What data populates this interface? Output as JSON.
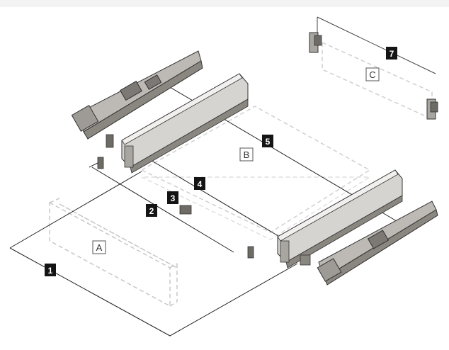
{
  "callouts": {
    "num_1": "1",
    "num_2": "2",
    "num_3": "3",
    "num_4": "4",
    "num_5": "5",
    "num_7": "7",
    "letter_a": "A",
    "letter_b": "B",
    "letter_c": "C"
  },
  "colors": {
    "outline": "#222222",
    "dashed_panel": "#cfcfcf",
    "rail_fill": "#d6d4d0",
    "rail_dark": "#8a8680",
    "runner_fill": "#bdb9b4",
    "callout_fill": "#141414"
  }
}
